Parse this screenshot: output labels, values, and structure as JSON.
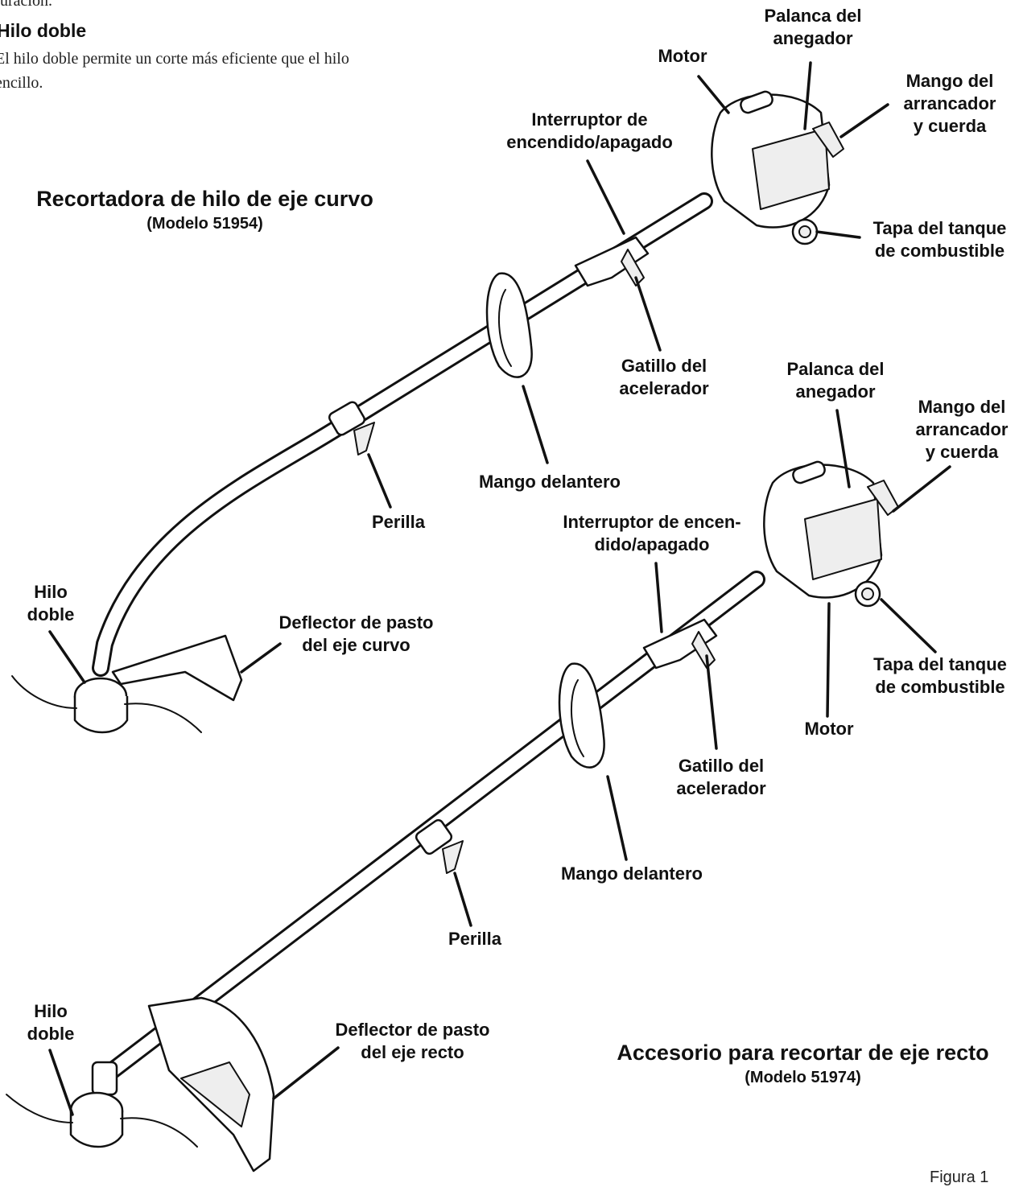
{
  "intro": {
    "top_fragment": "uración.",
    "heading": "Hilo doble",
    "body_line1": "El hilo doble permite un corte más eficiente que el hilo",
    "body_line2": "encillo."
  },
  "curved": {
    "title": "Recortadora de hilo de eje curvo",
    "model": "(Modelo 51954)",
    "labels": {
      "motor": "Motor",
      "palanca_1": "Palanca del",
      "palanca_2": "anegador",
      "mango_arr_1": "Mango del",
      "mango_arr_2": "arrancador",
      "mango_arr_3": "y cuerda",
      "interruptor_1": "Interruptor de",
      "interruptor_2": "encendido/apagado",
      "tapa_1": "Tapa del tanque",
      "tapa_2": "de combustible",
      "gatillo_1": "Gatillo del",
      "gatillo_2": "acelerador",
      "mango_del": "Mango delantero",
      "perilla": "Perilla",
      "hilo_1": "Hilo",
      "hilo_2": "doble",
      "deflector_1": "Deflector de pasto",
      "deflector_2": "del eje curvo"
    }
  },
  "straight": {
    "title": "Accesorio para recortar de eje recto",
    "model": "(Modelo  51974)",
    "labels": {
      "palanca_1": "Palanca del",
      "palanca_2": "anegador",
      "mango_arr_1": "Mango del",
      "mango_arr_2": "arrancador",
      "mango_arr_3": "y cuerda",
      "interruptor_1": "Interruptor de encen-",
      "interruptor_2": "dido/apagado",
      "tapa_1": "Tapa del tanque",
      "tapa_2": "de combustible",
      "motor": "Motor",
      "gatillo_1": "Gatillo del",
      "gatillo_2": "acelerador",
      "mango_del": "Mango delantero",
      "perilla": "Perilla",
      "hilo_1": "Hilo",
      "hilo_2": "doble",
      "deflector_1": "Deflector de pasto",
      "deflector_2": "del eje recto"
    }
  },
  "figure_caption": "Figura 1"
}
